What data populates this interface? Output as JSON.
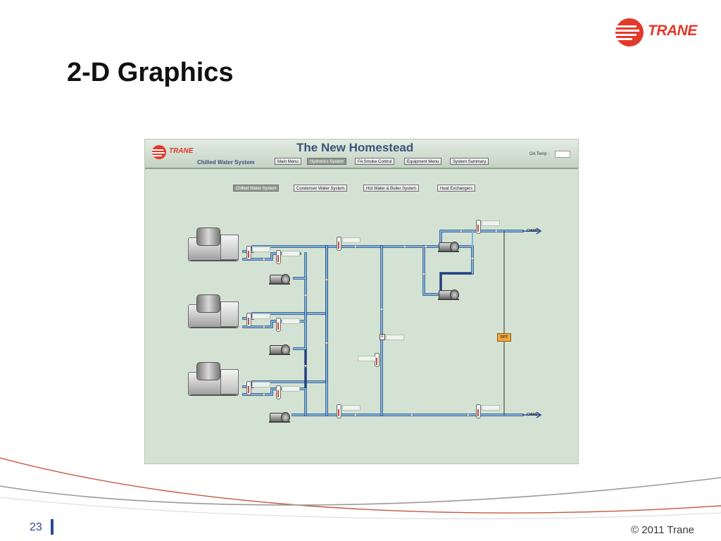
{
  "slide": {
    "title": "2-D Graphics",
    "page_number": "23",
    "copyright": "© 2011 Trane",
    "brand": "TRANE",
    "accent_color": "#e2392b",
    "text_accent_color": "#2d4a8a"
  },
  "app": {
    "title": "The New Homestead",
    "subtitle": "Chilled Water System",
    "brand": "TRANE",
    "oa_temp_label": "OA Temp :",
    "oa_temp_value": "",
    "nav": [
      {
        "label": "Main Menu",
        "active": false
      },
      {
        "label": "Hydronics System",
        "active": true
      },
      {
        "label": "FA Smoke Control",
        "active": false
      },
      {
        "label": "Equipment Menu",
        "active": false
      },
      {
        "label": "System Summary",
        "active": false
      }
    ],
    "subtabs": [
      {
        "label": "Chilled Water System",
        "active": true
      },
      {
        "label": "Condenser Water System",
        "active": false
      },
      {
        "label": "Hot Water & Boiler System",
        "active": false
      },
      {
        "label": "Heat Exchangers",
        "active": false
      }
    ],
    "diagram": {
      "chwr_label": "CHWR",
      "chws_label": "CHWS",
      "dpt_label": "DPT",
      "flow_label": "F",
      "colors": {
        "supply_pipe": "#2b4e9b",
        "return_pipe": "#74b8dc",
        "background": "#d4e2d4",
        "dpt_tag": "#f0a63a"
      }
    }
  }
}
